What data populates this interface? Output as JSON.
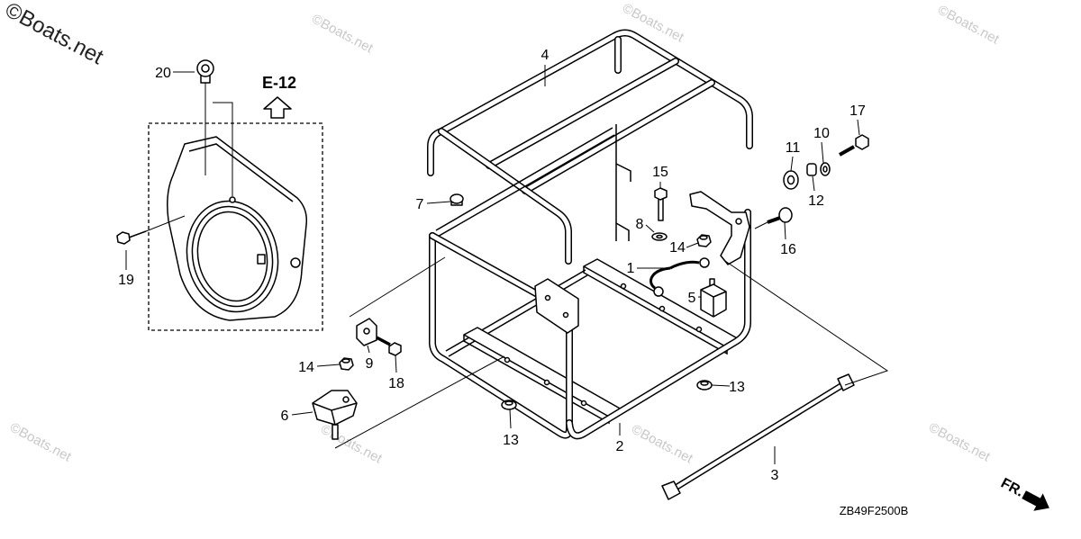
{
  "watermark": "©Boats.net",
  "reference": "E-12",
  "direction": "FR.",
  "diagram_code": "ZB49F2500B",
  "colors": {
    "line": "#000000",
    "watermark": "#c8c8c8"
  },
  "callouts": [
    {
      "label": "20"
    },
    {
      "label": "19"
    },
    {
      "label": "4"
    },
    {
      "label": "7"
    },
    {
      "label": "15"
    },
    {
      "label": "8"
    },
    {
      "label": "14"
    },
    {
      "label": "1"
    },
    {
      "label": "5"
    },
    {
      "label": "11"
    },
    {
      "label": "10"
    },
    {
      "label": "17"
    },
    {
      "label": "12"
    },
    {
      "label": "16"
    },
    {
      "label": "9"
    },
    {
      "label": "18"
    },
    {
      "label": "14"
    },
    {
      "label": "6"
    },
    {
      "label": "13"
    },
    {
      "label": "13"
    },
    {
      "label": "2"
    },
    {
      "label": "3"
    }
  ]
}
